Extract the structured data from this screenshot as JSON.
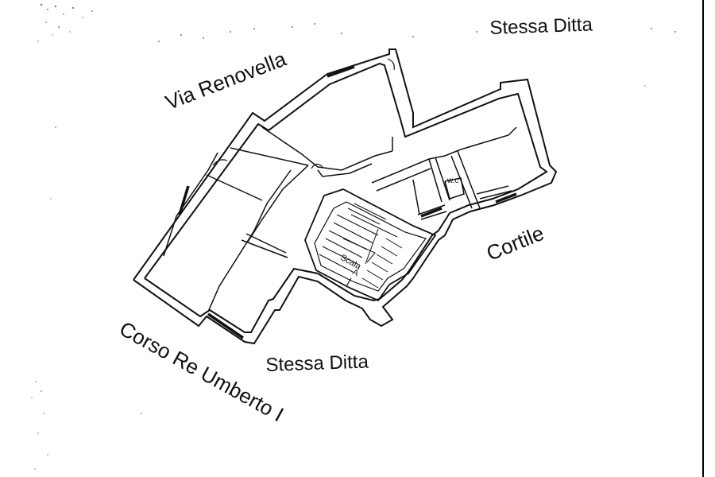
{
  "labels": {
    "via_renovella": "Via Renovella",
    "stessa_ditta_top": "Stessa Ditta",
    "cortile": "Cortile",
    "stessa_ditta_bottom": "Stessa Ditta",
    "corso_re_umberto": "Corso Re Umberto I",
    "scala": "Scala",
    "scala_letter": "A",
    "wc": "w.c"
  },
  "colors": {
    "ink": "#111111",
    "paper": "#ffffff"
  }
}
